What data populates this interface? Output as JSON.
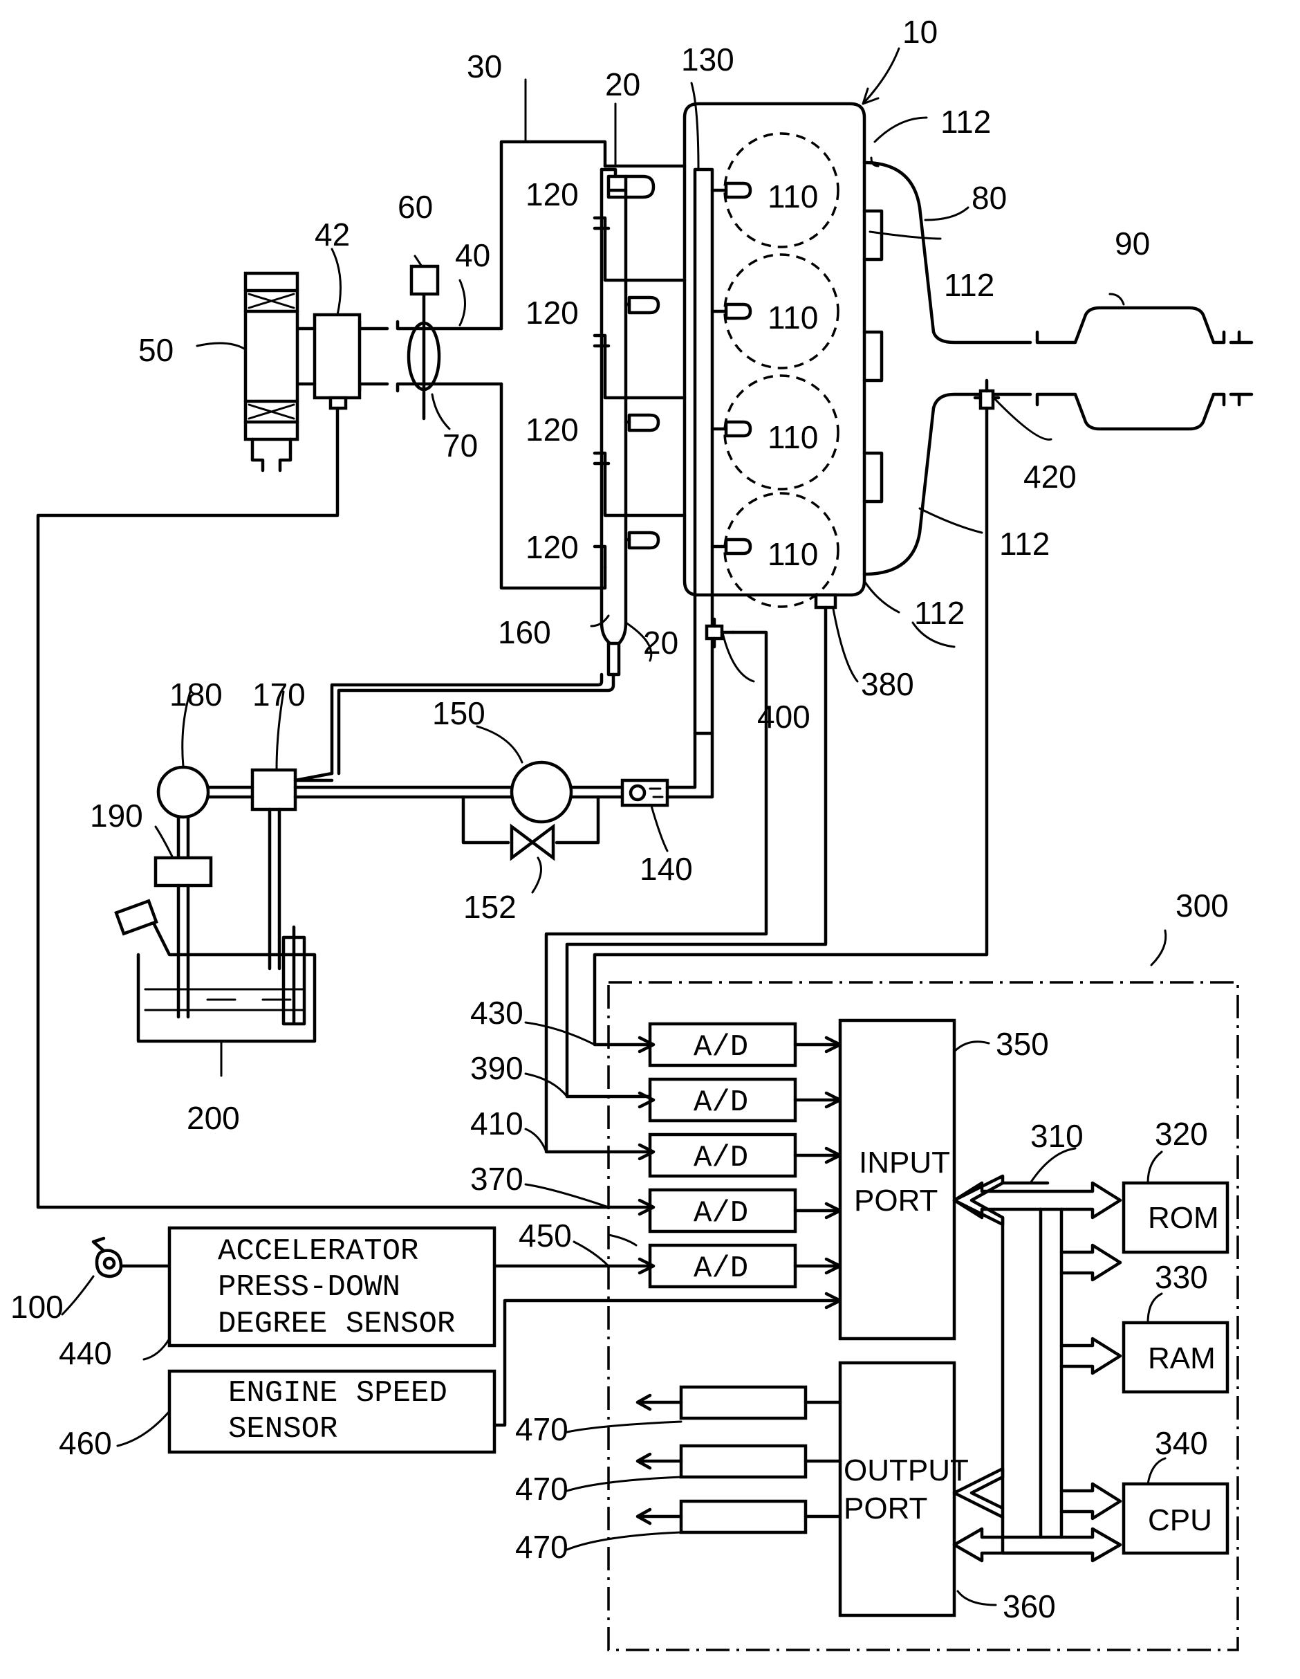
{
  "refs": {
    "r10": "10",
    "r20a": "20",
    "r20b": "20",
    "r30": "30",
    "r40": "40",
    "r42": "42",
    "r50": "50",
    "r60": "60",
    "r70": "70",
    "r80": "80",
    "r90": "90",
    "r100": "100",
    "r110a": "110",
    "r110b": "110",
    "r110c": "110",
    "r110d": "110",
    "r112a": "112",
    "r112b": "112",
    "r112c": "112",
    "r112d": "112",
    "r120a": "120",
    "r120b": "120",
    "r120c": "120",
    "r120d": "120",
    "r130": "130",
    "r140": "140",
    "r150": "150",
    "r152": "152",
    "r160": "160",
    "r170": "170",
    "r180": "180",
    "r190": "190",
    "r200": "200",
    "r300": "300",
    "r310": "310",
    "r320": "320",
    "r330": "330",
    "r340": "340",
    "r350": "350",
    "r360": "360",
    "r370": "370",
    "r380": "380",
    "r390": "390",
    "r400": "400",
    "r410": "410",
    "r420": "420",
    "r430": "430",
    "r440": "440",
    "r450": "450",
    "r460": "460",
    "r470a": "470",
    "r470b": "470",
    "r470c": "470"
  },
  "labels": {
    "ad": "A/D",
    "input_port": [
      "INPUT",
      "PORT"
    ],
    "output_port": [
      "OUTPUT",
      "PORT"
    ],
    "rom": "ROM",
    "ram": "RAM",
    "cpu": "CPU",
    "accel_sensor": [
      "ACCELERATOR",
      "PRESS-DOWN",
      "DEGREE SENSOR"
    ],
    "engine_speed_sensor": [
      "ENGINE SPEED",
      "SENSOR"
    ]
  }
}
